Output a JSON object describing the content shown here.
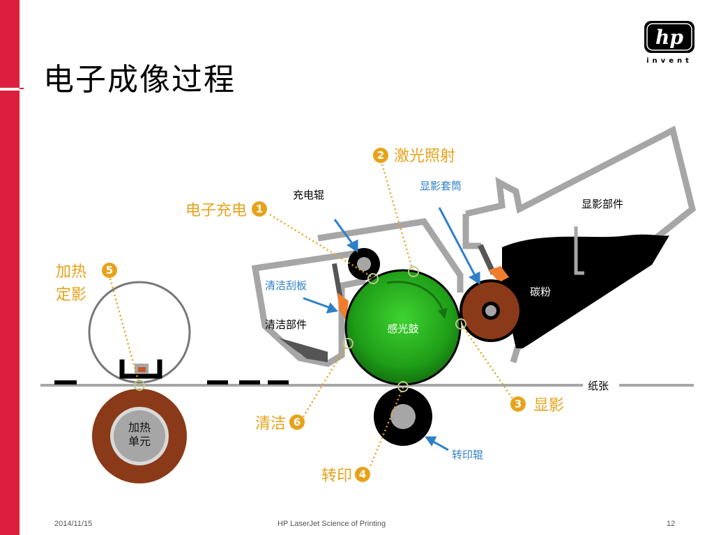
{
  "title": "电子成像过程",
  "logo": {
    "brand": "hp",
    "tagline": "invent"
  },
  "footer": {
    "date": "2014/11/15",
    "center": "HP LaserJet Science of Printing",
    "page": "12"
  },
  "steps": [
    {
      "num": "1",
      "label": "电子充电"
    },
    {
      "num": "2",
      "label": "激光照射"
    },
    {
      "num": "3",
      "label": "显影"
    },
    {
      "num": "4",
      "label": "转印"
    },
    {
      "num": "5",
      "label_line1": "加热",
      "label_line2": "定影"
    },
    {
      "num": "6",
      "label": "清洁"
    }
  ],
  "components": {
    "charge_roller": "充电辊",
    "developer_sleeve": "显影套筒",
    "developer_unit": "显影部件",
    "toner": "碳粉",
    "cleaning_blade": "清洁刮板",
    "cleaning_unit": "清洁部件",
    "drum": "感光鼓",
    "paper": "纸张",
    "transfer_roller": "转印辊",
    "heating_unit_line1": "加热",
    "heating_unit_line2": "单元"
  },
  "colors": {
    "accent_red": "#dc1f3e",
    "step_orange": "#e8a21a",
    "label_blue": "#2f7fc8",
    "drum_green": "#22a81c",
    "housing_gray": "#a6a6a6",
    "roller_brown": "#8a3a18"
  }
}
